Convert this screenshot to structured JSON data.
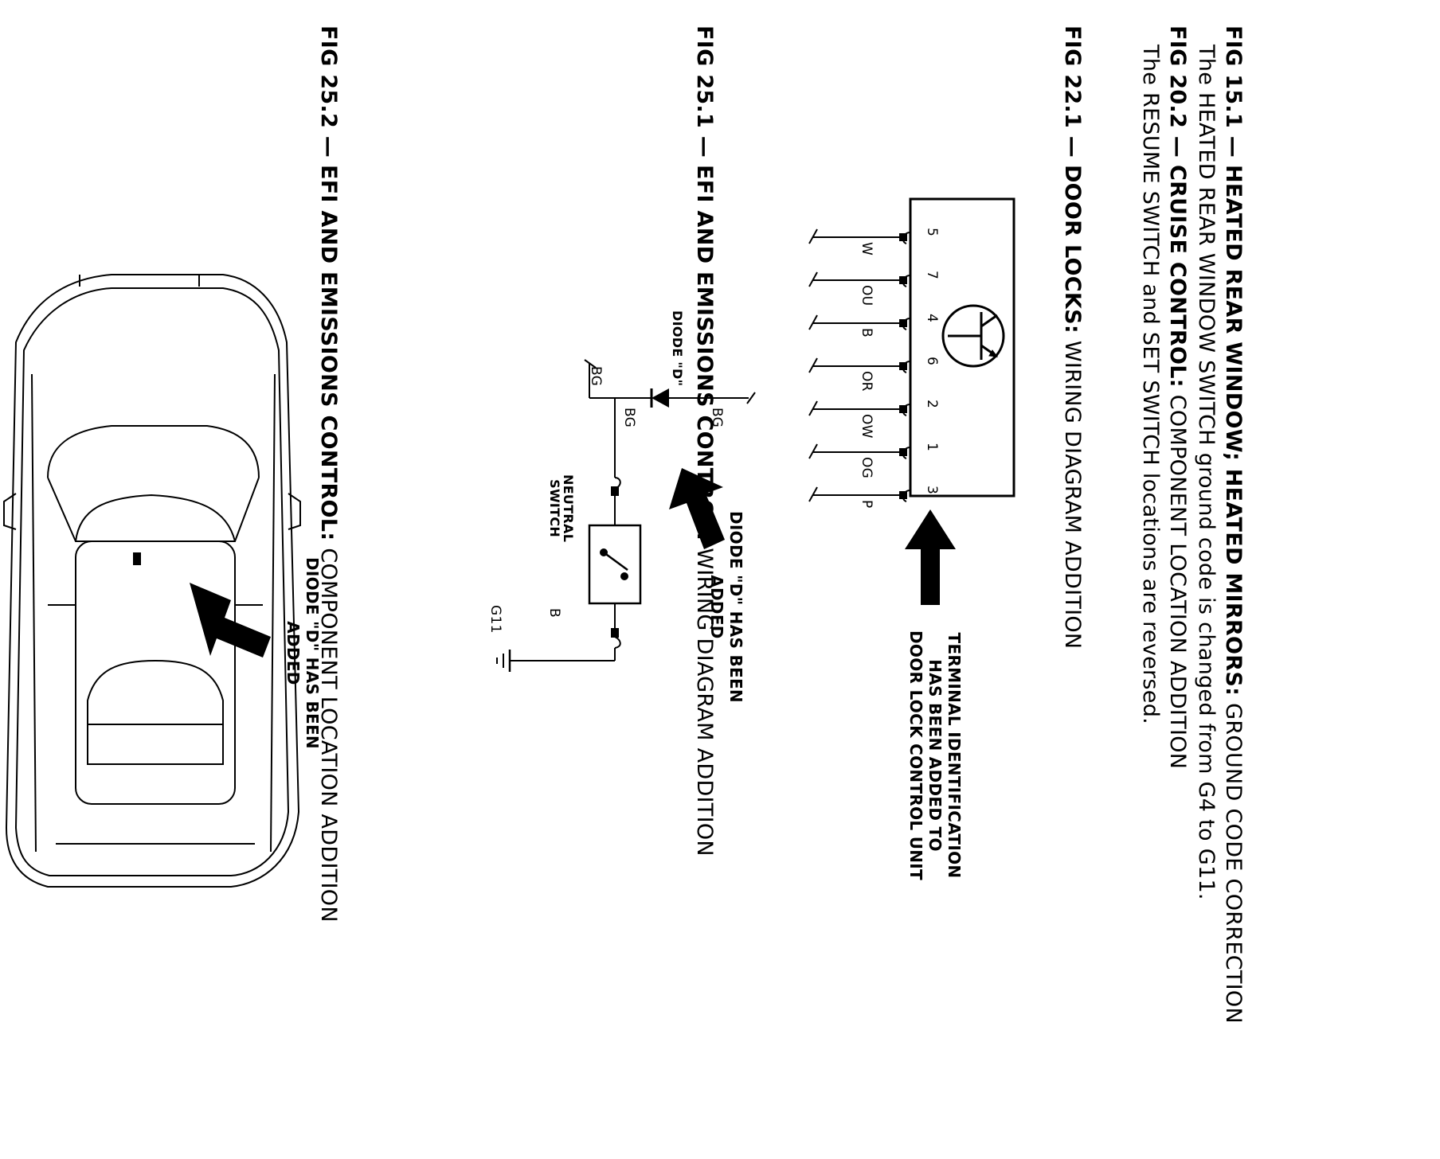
{
  "corrections": [
    {
      "fig": "FIG 15.1 —",
      "title": "HEATED REAR WINDOW; HEATED MIRRORS:",
      "subtitle": "GROUND CODE CORRECTION",
      "description": "The HEATED REAR WINDOW SWITCH ground code is changed from G4 to G11."
    },
    {
      "fig": "FIG 20.2 —",
      "title": "CRUISE CONTROL:",
      "subtitle": "COMPONENT LOCATION ADDITION",
      "description": "The RESUME SWITCH and SET SWITCH locations are reversed."
    },
    {
      "fig": "FIG 22.1 —",
      "title": "DOOR LOCKS:",
      "subtitle": "WIRING DIAGRAM ADDITION"
    },
    {
      "fig": "FIG 25.1 —",
      "title": "EFI AND EMISSIONS CONTROL:",
      "subtitle": "WIRING DIAGRAM ADDITION"
    },
    {
      "fig": "FIG 25.2 —",
      "title": "EFI AND EMISSIONS CONTROL:",
      "subtitle": "COMPONENT LOCATION ADDITION"
    }
  ],
  "door_lock_diagram": {
    "terminals": [
      {
        "pin": "5",
        "wire": "W"
      },
      {
        "pin": "7",
        "wire": "OU"
      },
      {
        "pin": "4",
        "wire": "B"
      },
      {
        "pin": "6",
        "wire": "OR"
      },
      {
        "pin": "2",
        "wire": "OW"
      },
      {
        "pin": "1",
        "wire": "OG"
      },
      {
        "pin": "3",
        "wire": "P"
      }
    ],
    "note_lines": [
      "TERMINAL IDENTIFICATION",
      "HAS BEEN ADDED TO",
      "DOOR LOCK CONTROL UNIT"
    ]
  },
  "efi_wiring_diagram": {
    "diode_label": "DIODE \"D\"",
    "wire_top": "BG",
    "wire_mid": "BG",
    "wire_bottom": "BG",
    "switch_label": [
      "NEUTRAL",
      "SWITCH"
    ],
    "ground_wire": "B",
    "ground_code": "G11",
    "note_lines": [
      "DIODE \"D\" HAS BEEN",
      "ADDED"
    ]
  },
  "component_location": {
    "note_lines": [
      "DIODE \"D\" HAS BEEN",
      "ADDED"
    ]
  }
}
